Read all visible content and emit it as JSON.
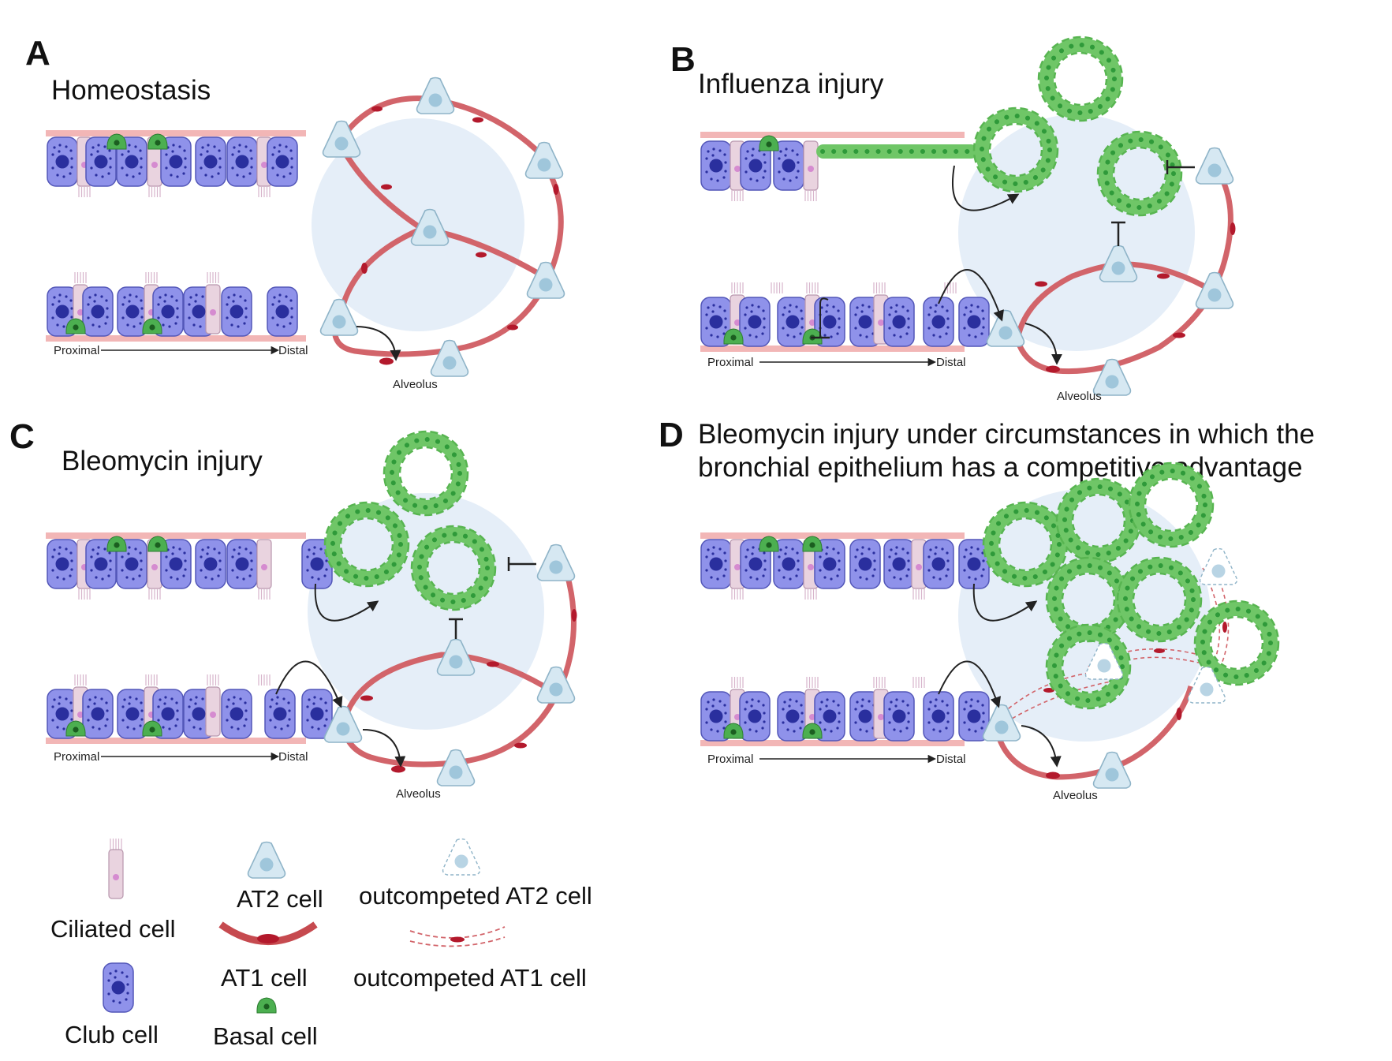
{
  "panels": {
    "A": {
      "letter": "A",
      "title": "Homeostasis",
      "proximal": "Proximal",
      "distal": "Distal",
      "alveolus": "Alveolus"
    },
    "B": {
      "letter": "B",
      "title": "Influenza injury",
      "proximal": "Proximal",
      "distal": "Distal",
      "alveolus": "Alveolus"
    },
    "C": {
      "letter": "C",
      "title": "Bleomycin injury",
      "proximal": "Proximal",
      "distal": "Distal",
      "alveolus": "Alveolus"
    },
    "D": {
      "letter": "D",
      "title_line1": "Bleomycin injury under circumstances in which the",
      "title_line2": "bronchial epithelium has a competitive advantage",
      "proximal": "Proximal",
      "distal": "Distal",
      "alveolus": "Alveolus"
    }
  },
  "legend": {
    "ciliated": "Ciliated cell",
    "club": "Club cell",
    "at2": "AT2 cell",
    "at1": "AT1 cell",
    "basal": "Basal cell",
    "out_at2": "outcompeted AT2 cell",
    "out_at1": "outcompeted AT1 cell"
  },
  "colors": {
    "club_fill": "#8f92ea",
    "club_nucleus": "#2a2f9e",
    "ciliated_fill": "#e9d3df",
    "ciliated_nucleus": "#d58bd0",
    "basal_fill": "#4caf50",
    "membrane": "#f2b6b6",
    "at1_stroke": "#c64a4f",
    "at1_fill": "#e8787c",
    "at1_nucleus": "#b3192c",
    "at2_fill": "#d6e8f2",
    "at2_nucleus": "#9fc6db",
    "alveolus_bg": "#e5eef8",
    "green_cell": "#6fc667",
    "green_nucleus": "#2f9a3a"
  }
}
